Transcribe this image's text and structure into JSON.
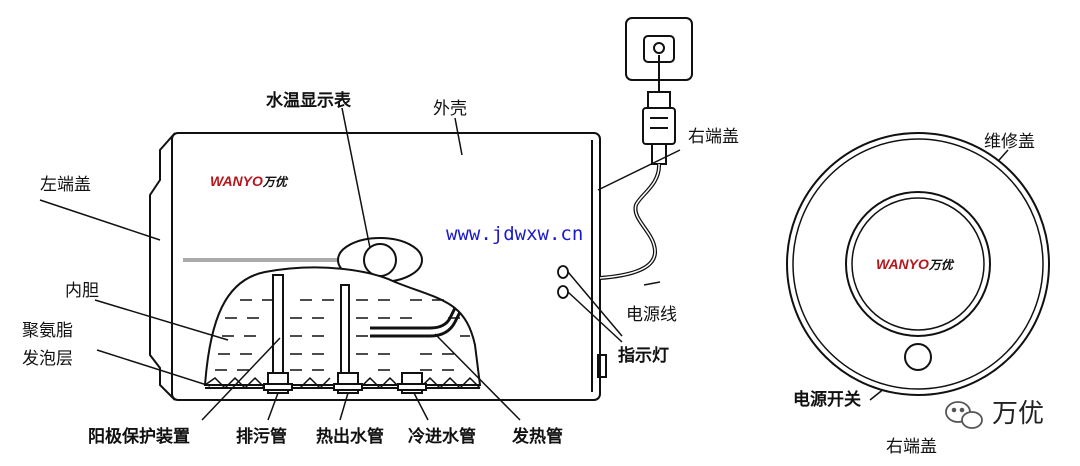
{
  "brand": {
    "latin": "WANYO",
    "cn": "万优"
  },
  "url": "www.jdwxw.cn",
  "watermark": "万优",
  "colors": {
    "url": "#1a1acc",
    "stroke": "#111111",
    "heating": "#111111"
  },
  "labels": {
    "water_temp_display": "水温显示表",
    "outer_shell": "外壳",
    "right_end_cap": "右端盖",
    "left_end_cap": "左端盖",
    "inner_tank": "内胆",
    "pu_foam_1": "聚氨脂",
    "pu_foam_2": "发泡层",
    "power_cord": "电源线",
    "indicator_light": "指示灯",
    "anode_protection": "阳极保护装置",
    "drain_pipe": "排污管",
    "hot_water_outlet": "热出水管",
    "cold_water_inlet": "冷进水管",
    "heating_tube": "发热管",
    "maintenance_cover": "维修盖",
    "power_switch": "电源开关",
    "right_end_cap_view": "右端盖"
  },
  "icons": [
    "wall-socket-icon",
    "plug-icon",
    "wechat-icon"
  ]
}
